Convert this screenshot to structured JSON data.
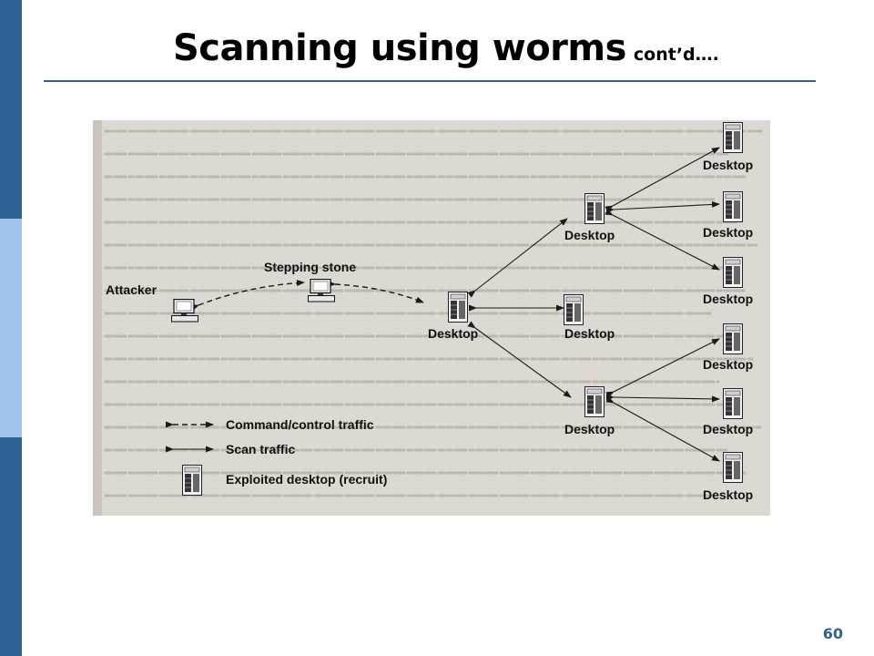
{
  "slide": {
    "title": "Scanning using worms",
    "title_suffix": "cont’d….",
    "page_number": "60"
  },
  "diagram": {
    "attacker_label": "Attacker",
    "stepping_stone_label": "Stepping stone",
    "desktop_label": "Desktop",
    "legend": {
      "command_control": "Command/control traffic",
      "scan": "Scan traffic",
      "exploited": "Exploited desktop (recruit)"
    }
  },
  "colors": {
    "sidebar_dark": "#2f6096",
    "sidebar_light": "#9fc6ea",
    "figure_background": "#dcd8d2"
  }
}
